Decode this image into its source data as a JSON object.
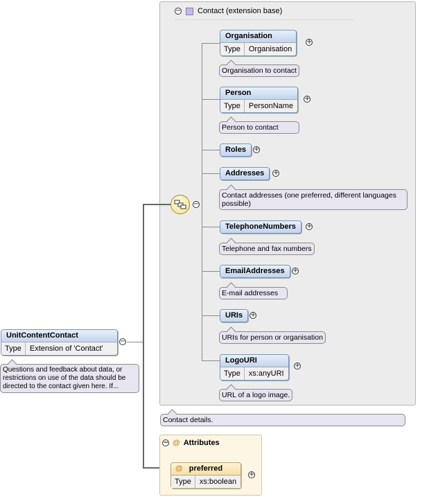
{
  "root": {
    "name": "UnitContentContact",
    "type_key": "Type",
    "type_value": "Extension of 'Contact'",
    "doc": "Questions and feedback about data, or restrictions on use of the data should be directed to the contact given here. If..."
  },
  "extension": {
    "title": "Contact (extension base)",
    "doc": "Contact details."
  },
  "elements": [
    {
      "name": "Organisation",
      "type_key": "Type",
      "type_value": "Organisation",
      "doc": "Organisation to contact"
    },
    {
      "name": "Person",
      "type_key": "Type",
      "type_value": "PersonName",
      "doc": "Person to contact"
    },
    {
      "name": "Roles"
    },
    {
      "name": "Addresses",
      "doc": "Contact addresses (one preferred, different languages possible)"
    },
    {
      "name": "TelephoneNumbers",
      "doc": "Telephone and fax numbers"
    },
    {
      "name": "EmailAddresses",
      "doc": "E-mail addresses"
    },
    {
      "name": "URIs",
      "doc": "URIs for person or organisation"
    },
    {
      "name": "LogoURI",
      "type_key": "Type",
      "type_value": "xs:anyURI",
      "doc": "URL of a logo image."
    }
  ],
  "attributes": {
    "title": "Attributes",
    "symbol": "@",
    "items": [
      {
        "name": "preferred",
        "type_key": "Type",
        "type_value": "xs:boolean"
      }
    ]
  },
  "icons": {
    "collapse": "minus-circle-icon",
    "expand": "plus-circle-icon",
    "sequence": "sequence-compositor-icon",
    "complex_type": "complex-type-square-icon"
  },
  "colors": {
    "element_header": "#c3d4ee",
    "doc_bubble": "#e8e4f0",
    "attribute_header": "#f4dfa6",
    "extension_bg": "#ececec"
  }
}
